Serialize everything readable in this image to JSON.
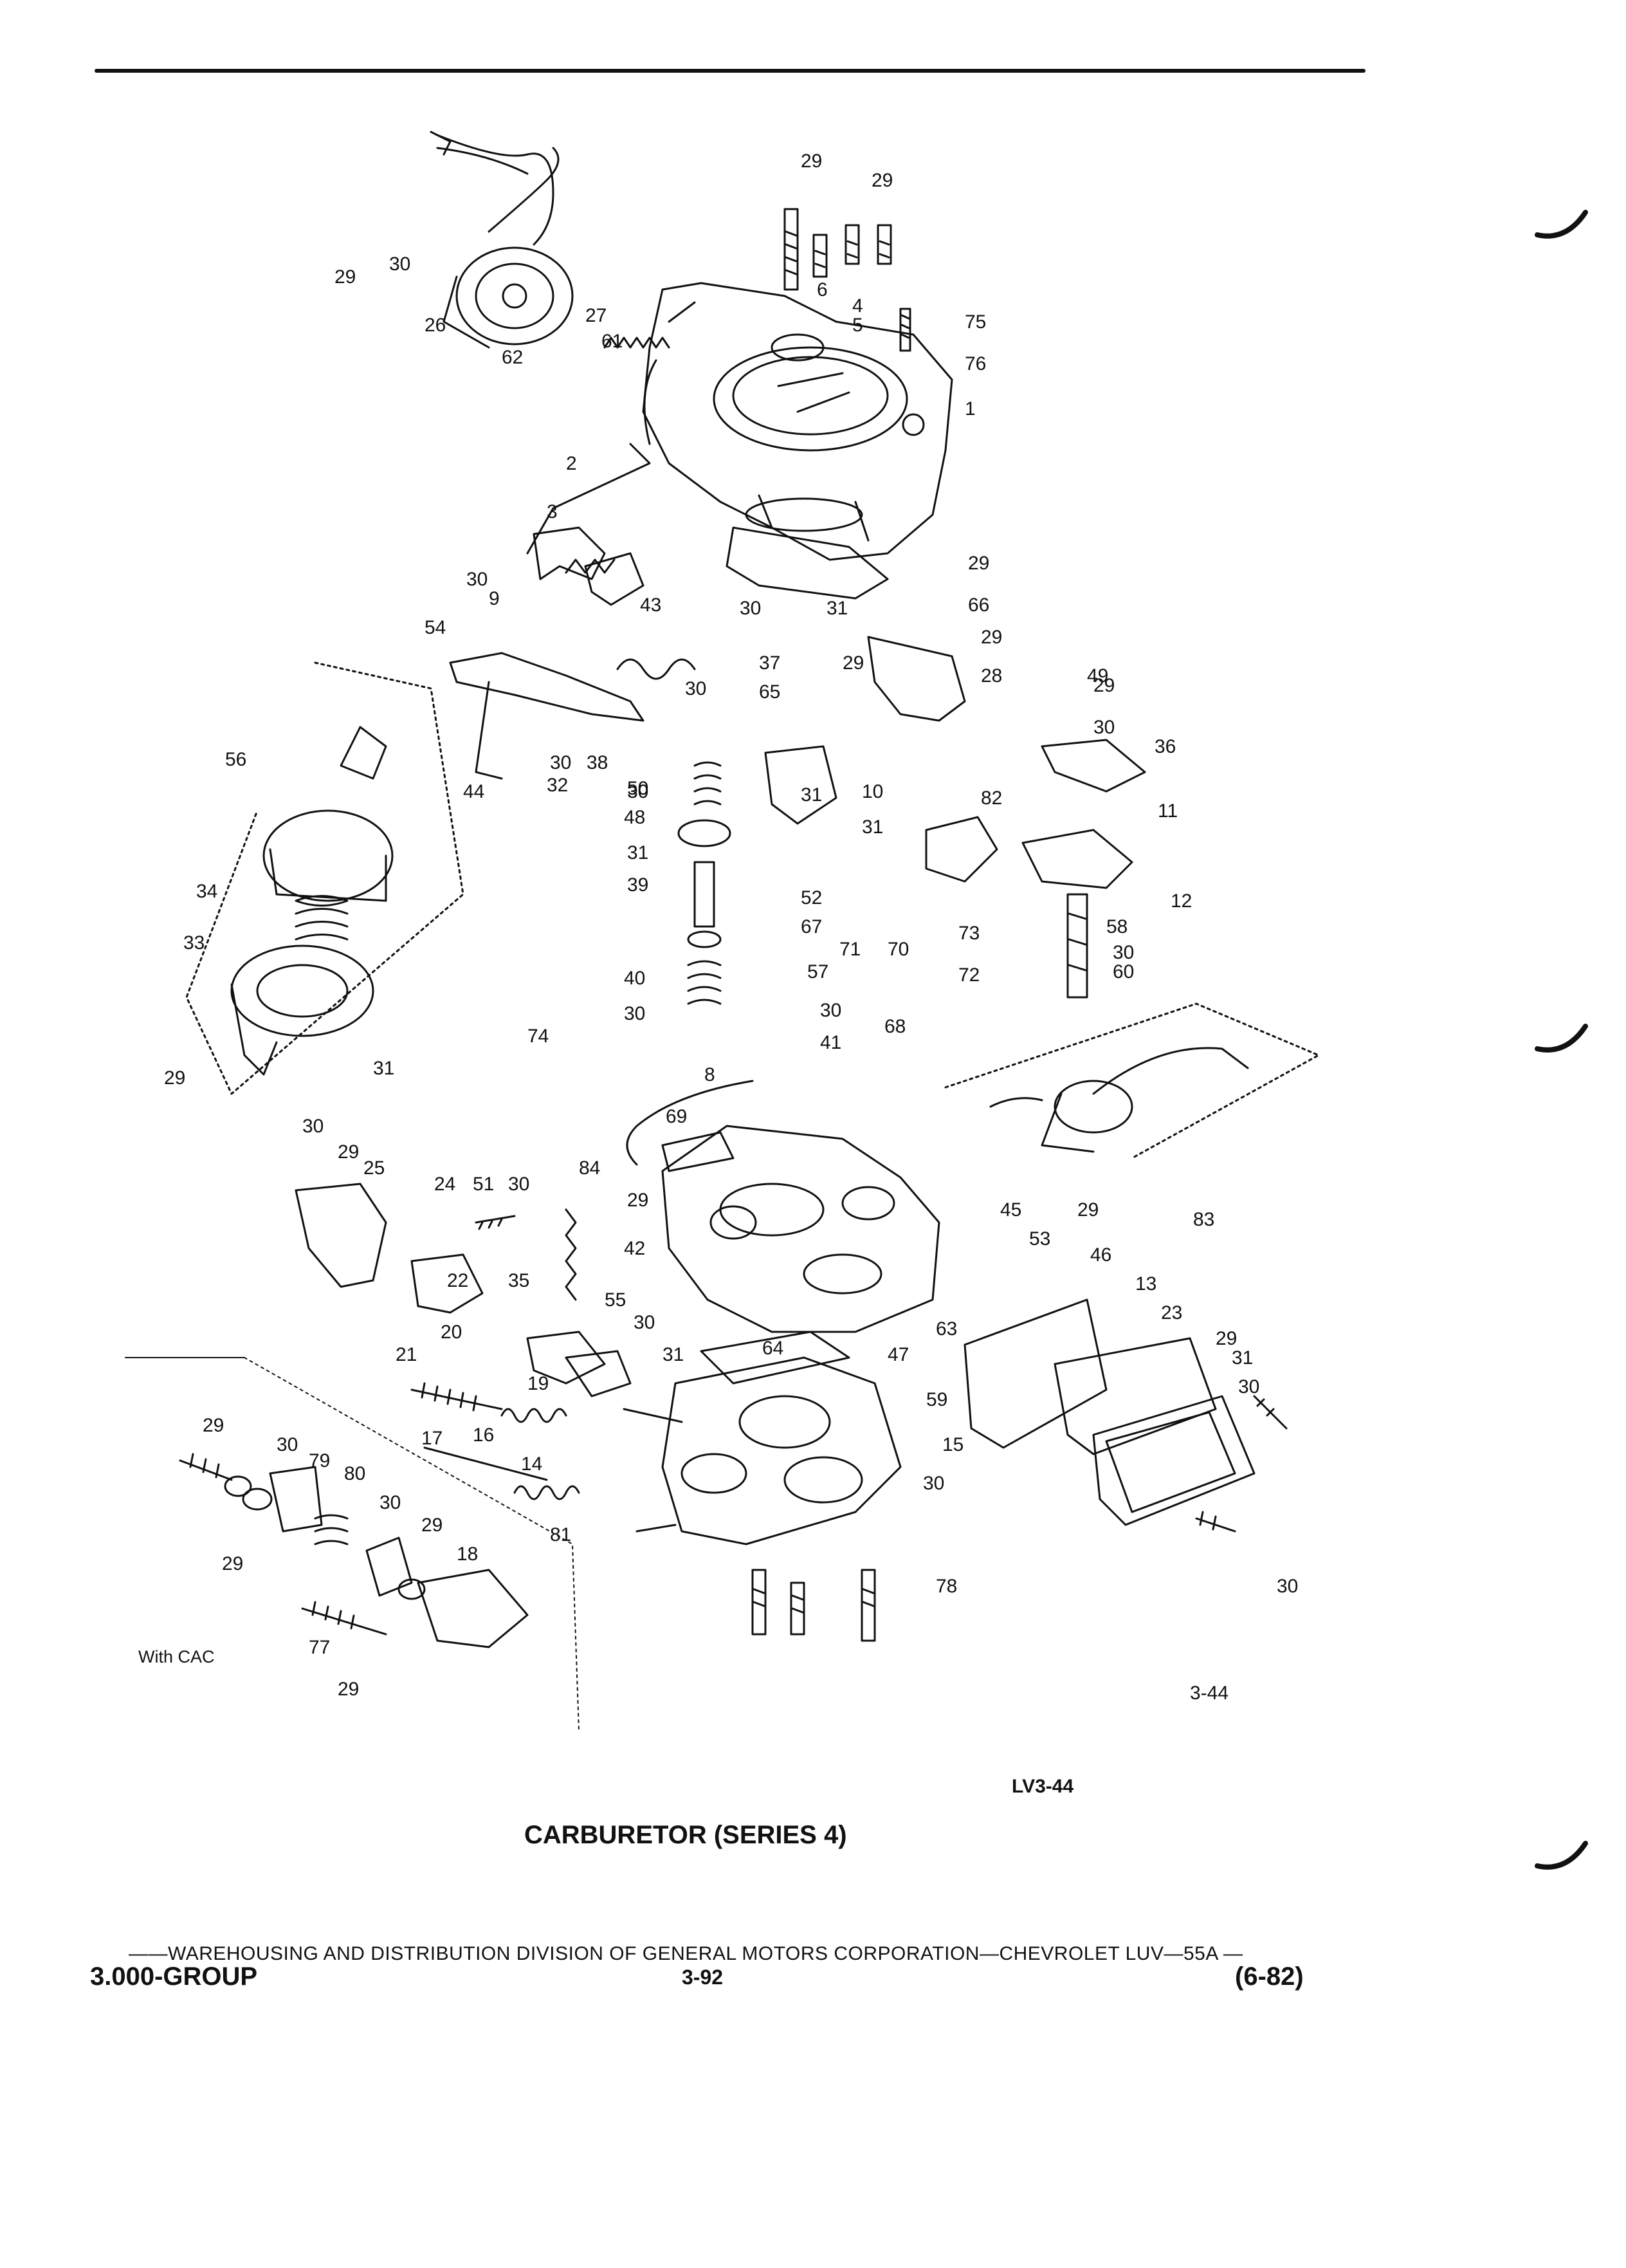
{
  "diagram": {
    "title": "CARBURETOR (SERIES 4)",
    "drawing_code": "LV3-44",
    "figure_number": "3-44",
    "inset_label": "With CAC",
    "callouts": [
      "29",
      "29",
      "29",
      "30",
      "26",
      "6",
      "4",
      "5",
      "75",
      "27",
      "61",
      "62",
      "76",
      "1",
      "2",
      "3",
      "30",
      "9",
      "43",
      "30",
      "31",
      "29",
      "66",
      "54",
      "30",
      "37",
      "29",
      "65",
      "29",
      "28",
      "49",
      "29",
      "56",
      "30",
      "44",
      "32",
      "30",
      "38",
      "30",
      "36",
      "50",
      "10",
      "31",
      "11",
      "48",
      "31",
      "31",
      "82",
      "12",
      "39",
      "52",
      "67",
      "58",
      "30",
      "60",
      "34",
      "33",
      "40",
      "30",
      "71",
      "70",
      "73",
      "72",
      "57",
      "30",
      "68",
      "41",
      "74",
      "31",
      "29",
      "8",
      "69",
      "84",
      "83",
      "30",
      "29",
      "25",
      "24",
      "51",
      "30",
      "29",
      "42",
      "45",
      "53",
      "29",
      "22",
      "35",
      "46",
      "13",
      "23",
      "20",
      "55",
      "30",
      "21",
      "19",
      "31",
      "64",
      "63",
      "47",
      "31",
      "29",
      "30",
      "59",
      "15",
      "17",
      "16",
      "14",
      "30",
      "29",
      "30",
      "79",
      "80",
      "30",
      "29",
      "18",
      "81",
      "29",
      "30",
      "78",
      "77",
      "29"
    ]
  },
  "footer": {
    "distribution_line": "WAREHOUSING AND DISTRIBUTION  DIVISION OF GENERAL MOTORS CORPORATION—CHEVROLET LUV—55A",
    "group": "3.000-GROUP",
    "page": "3-92",
    "date": "(6-82)"
  }
}
